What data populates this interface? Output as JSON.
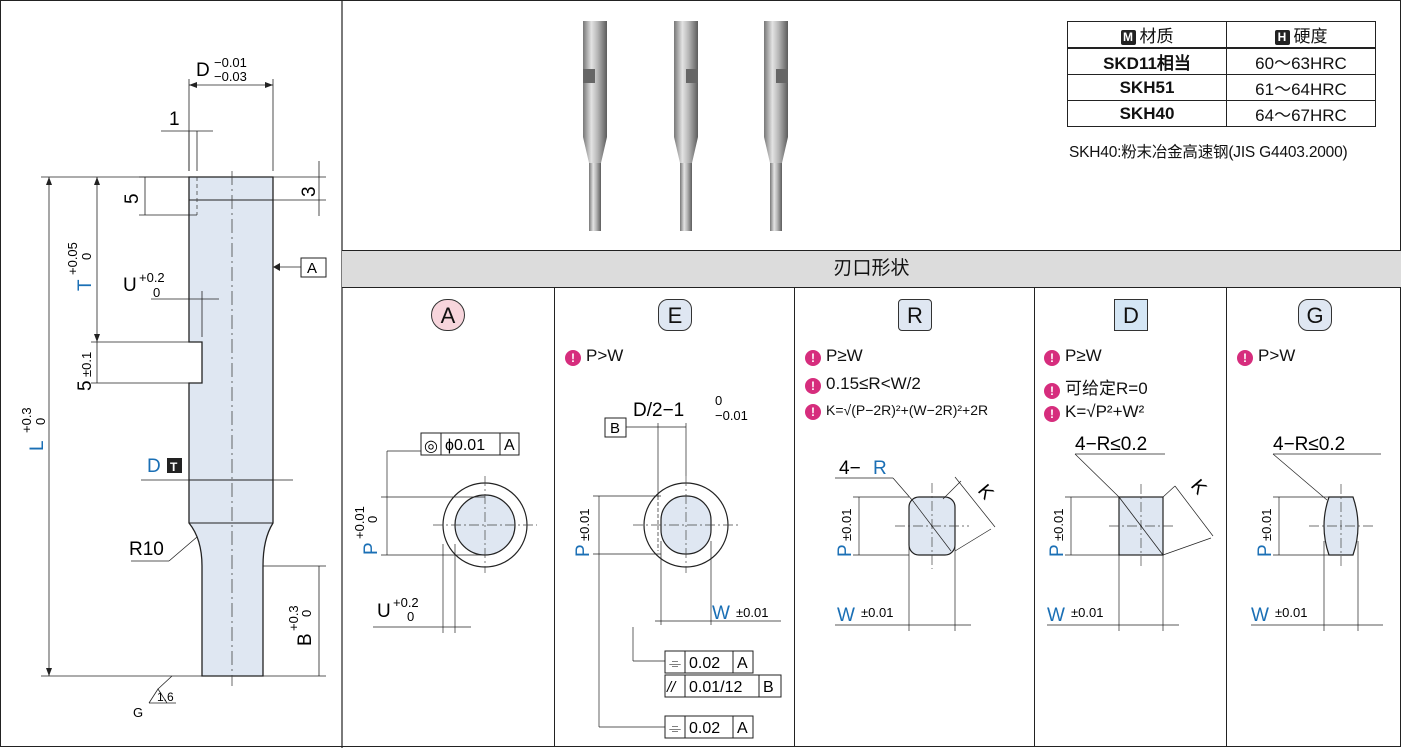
{
  "drawing": {
    "dim_d_main": "D",
    "dim_d_upper": "−0.01",
    "dim_d_lower": "−0.03",
    "dim_1": "1",
    "dim_5_top": "5",
    "dim_3": "3",
    "dim_t_main": "T",
    "dim_t_upper": "+0.05",
    "dim_t_lower": "0",
    "dim_u_main": "U",
    "dim_u_upper": "+0.2",
    "dim_u_lower": "0",
    "dim_5_groove": "5",
    "dim_5_groove_tol": "±0.1",
    "dim_l_main": "L",
    "dim_l_upper": "+0.3",
    "dim_l_lower": "0",
    "dim_dt_main": "D",
    "dim_dt_badge": "T",
    "datum_a": "A",
    "dim_r10": "R10",
    "dim_b_main": "B",
    "dim_b_upper": "+0.3",
    "dim_b_lower": "0",
    "roughness_g": "G",
    "roughness_val": "1.6"
  },
  "material_table": {
    "header_material_badge": "M",
    "header_material": "材质",
    "header_hardness_badge": "H",
    "header_hardness": "硬度",
    "rows": [
      {
        "material": "SKD11相当",
        "hardness": "60～63HRC"
      },
      {
        "material": "SKH51",
        "hardness": "61～64HRC"
      },
      {
        "material": "SKH40",
        "hardness": "64～67HRC"
      }
    ],
    "note": "SKH40:粉末冶金高速钢(JIS G4403.2000)"
  },
  "section_title": "刃口形状",
  "shapes": [
    {
      "code": "A",
      "conditions": [],
      "p_main": "P",
      "p_upper": "+0.01",
      "p_lower": "0",
      "u_main": "U",
      "u_upper": "+0.2",
      "u_lower": "0",
      "gdt_symbol": "◎",
      "gdt_value": "ϕ0.01",
      "gdt_datum": "A"
    },
    {
      "code": "E",
      "conditions": [
        "P>W"
      ],
      "dim_top_main": "D/2−1",
      "dim_top_upper": "0",
      "dim_top_lower": "−0.01",
      "datum_b": "B",
      "p_main": "P",
      "p_tol": "±0.01",
      "w_main": "W",
      "w_tol": "±0.01",
      "gdt1_symbol": "⌯",
      "gdt1_value": "0.02",
      "gdt1_datum": "A",
      "gdt2_symbol": "//",
      "gdt2_value": "0.01/12",
      "gdt2_datum": "B",
      "gdt3_symbol": "⌯",
      "gdt3_value": "0.02",
      "gdt3_datum": "A"
    },
    {
      "code": "R",
      "conditions": [
        "P≥W",
        "0.15≤R<W/2",
        "K=√(P−2R)²+(W−2R)²+2R"
      ],
      "r_prefix": "4−",
      "r_main": "R",
      "k_label": "K",
      "p_main": "P",
      "p_tol": "±0.01",
      "w_main": "W",
      "w_tol": "±0.01"
    },
    {
      "code": "D",
      "conditions": [
        "P≥W",
        "可给定R=0",
        "K=√P²+W²"
      ],
      "r_label": "4−R≤0.2",
      "k_label": "K",
      "p_main": "P",
      "p_tol": "±0.01",
      "w_main": "W",
      "w_tol": "±0.01"
    },
    {
      "code": "G",
      "conditions": [
        "P>W"
      ],
      "r_label": "4−R≤0.2",
      "p_main": "P",
      "p_tol": "±0.01",
      "w_main": "W",
      "w_tol": "±0.01"
    }
  ],
  "colors": {
    "dimension_blue": "#1a6fb5",
    "bulb_magenta": "#d62d7d",
    "fill_light_blue": "#dfe7f2",
    "badge_a_fill": "#f7d5dc",
    "badge_e_fill": "#dfe7f2",
    "badge_d_fill": "#d4e6f5"
  }
}
